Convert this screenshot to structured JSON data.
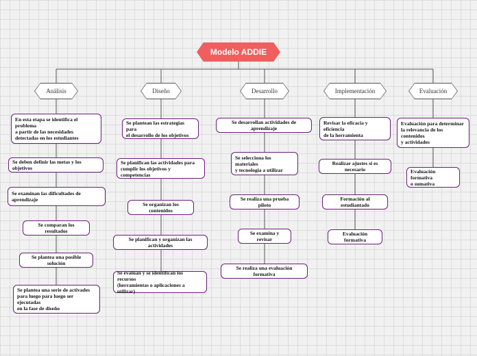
{
  "root": {
    "label": "Modelo ADDIE"
  },
  "branches": [
    {
      "label": "Análisis",
      "items": [
        "En esta etapa se identifica el problema\n a partir de las necesidades\n detectadas en los estudiantes",
        "Se deben definir las metas y los objetivos",
        "Se examinan las dificultades de\naprendizaje",
        "Se comparan los resultados",
        "Se plantea una posible solución",
        "Se plantea una serie de activades\npara luego para luego ser ejecutadas\n en la fase de diseño"
      ]
    },
    {
      "label": "Diseño",
      "items": [
        "Se plantean las estrategias para\nel desarrollo de los objetivos",
        "Se planifican las actividades para\n cumplir los objetivos y competencias",
        "Se organizan los contenidos",
        "Se planifican y organizan las actividades",
        "Se evalúan y se identifican los recursos\n(herramientas o aplicaciones a utilizar)"
      ]
    },
    {
      "label": "Desarrollo",
      "items": [
        "Se desarrollan actividades de aprendizaje",
        "Se selecciona los materiales\ny tecnologia a utilizar",
        "Se realiza una prueba piloto",
        "Se examina y revisar",
        "Se realiza una evaluación formativa"
      ]
    },
    {
      "label": "Implementación",
      "items": [
        "Revisar la eficacia y eficiencia\nde la herramienta",
        "Realizar ajustes si es necesario",
        "Formación al estudiantado",
        "Evaluación formativa"
      ]
    },
    {
      "label": "Evaluación",
      "items": [
        "Evaluación para determinar\nla relevancia de los contenidos\ny actividades",
        "Evaluación formativa\no sumativa"
      ]
    }
  ]
}
